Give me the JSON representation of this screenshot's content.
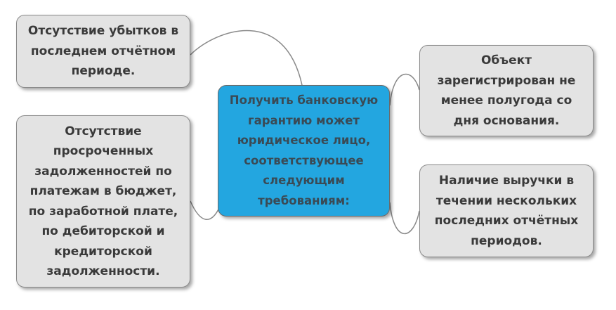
{
  "diagram": {
    "center": {
      "text": "Получить банковскую гарантию может юридическое лицо, соответствующее следующим требованиям:"
    },
    "nodes": {
      "top_left": "Отсутствие убытков в последнем отчётном периоде.",
      "bottom_left": "Отсутствие просроченных задолженностей по платежам в бюджет, по заработной плате, по дебиторской и кредиторской задолженности.",
      "top_right": "Объект зарегистрирован не менее полугода со дня основания.",
      "bottom_right": "Наличие выручки в течении нескольких последних отчётных периодов."
    },
    "colors": {
      "center_fill": "#23a6e0",
      "node_fill": "#e3e3e3",
      "connector": "#8a8a8a"
    }
  }
}
